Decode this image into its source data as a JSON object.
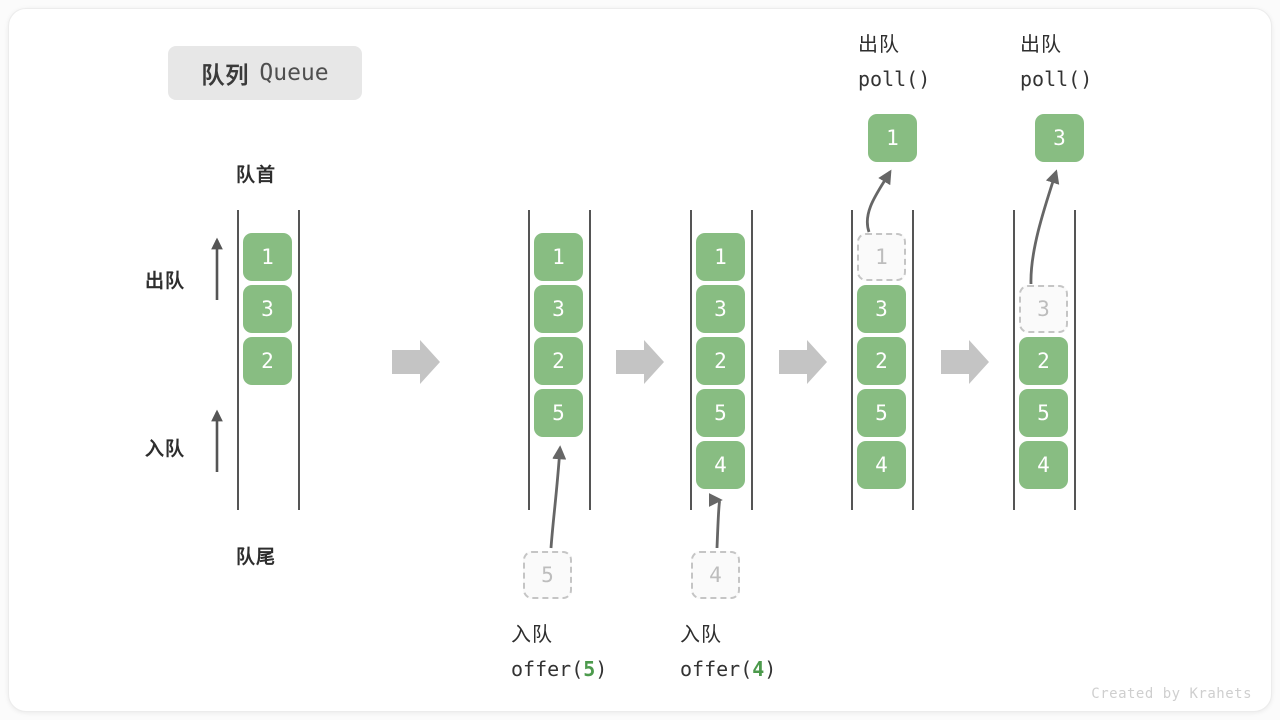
{
  "title": {
    "cn": "队列",
    "en": "Queue"
  },
  "labels": {
    "head": "队首",
    "tail": "队尾",
    "dequeue": "出队",
    "enqueue": "入队"
  },
  "footer": "Created by Krahets",
  "colors": {
    "cell_fill": "#88bd82",
    "cell_text": "#ffffff",
    "ghost_fill": "#fafafa",
    "ghost_text": "#bdbdbd",
    "ghost_border": "#c5c5c5",
    "rail": "#555555",
    "arrow": "#666666",
    "step_arrow": "#c4c4c4",
    "badge_bg": "#e7e7e7",
    "accent_green": "#4c9a4c",
    "footer_text": "#cfcfcf"
  },
  "columns": [
    {
      "id": "initial",
      "cells": [
        {
          "value": "1",
          "state": "filled"
        },
        {
          "value": "3",
          "state": "filled"
        },
        {
          "value": "2",
          "state": "filled"
        }
      ],
      "empty_slots_top": 0
    },
    {
      "id": "after-offer-5",
      "cells": [
        {
          "value": "1",
          "state": "filled"
        },
        {
          "value": "3",
          "state": "filled"
        },
        {
          "value": "2",
          "state": "filled"
        },
        {
          "value": "5",
          "state": "filled"
        }
      ],
      "empty_slots_top": 0,
      "incoming": {
        "value": "5",
        "state": "ghost"
      },
      "caption": {
        "cn": "入队",
        "code_prefix": "offer(",
        "arg": "5",
        "code_suffix": ")"
      }
    },
    {
      "id": "after-offer-4",
      "cells": [
        {
          "value": "1",
          "state": "filled"
        },
        {
          "value": "3",
          "state": "filled"
        },
        {
          "value": "2",
          "state": "filled"
        },
        {
          "value": "5",
          "state": "filled"
        },
        {
          "value": "4",
          "state": "filled"
        }
      ],
      "empty_slots_top": 0,
      "incoming": {
        "value": "4",
        "state": "ghost"
      },
      "caption": {
        "cn": "入队",
        "code_prefix": "offer(",
        "arg": "4",
        "code_suffix": ")"
      }
    },
    {
      "id": "after-poll-1",
      "cells": [
        {
          "value": "1",
          "state": "ghost"
        },
        {
          "value": "3",
          "state": "filled"
        },
        {
          "value": "2",
          "state": "filled"
        },
        {
          "value": "5",
          "state": "filled"
        },
        {
          "value": "4",
          "state": "filled"
        }
      ],
      "empty_slots_top": 0,
      "outgoing": {
        "value": "1",
        "state": "filled"
      },
      "caption": {
        "cn": "出队",
        "code": "poll()"
      }
    },
    {
      "id": "after-poll-3",
      "cells": [
        {
          "value": "3",
          "state": "ghost"
        },
        {
          "value": "2",
          "state": "filled"
        },
        {
          "value": "5",
          "state": "filled"
        },
        {
          "value": "4",
          "state": "filled"
        }
      ],
      "empty_slots_top": 1,
      "outgoing": {
        "value": "3",
        "state": "filled"
      },
      "caption": {
        "cn": "出队",
        "code": "poll()"
      }
    }
  ]
}
